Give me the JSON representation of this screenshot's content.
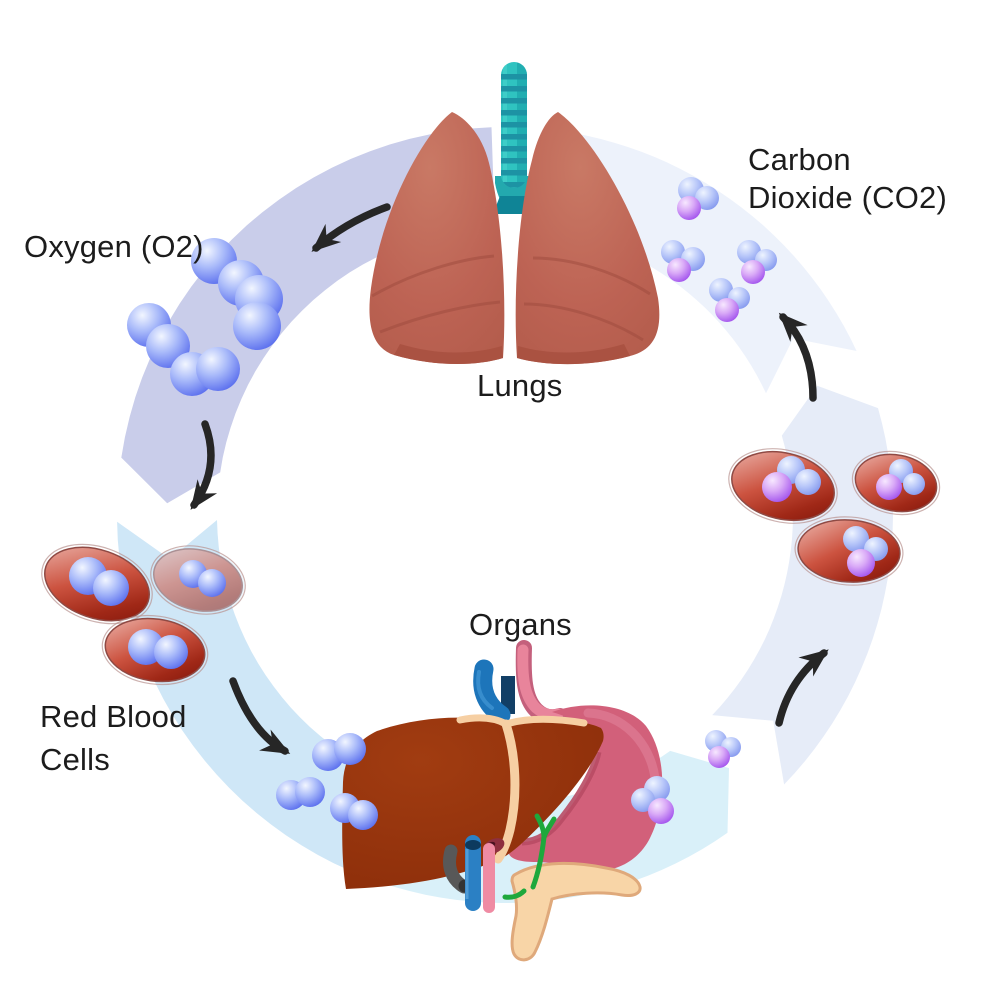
{
  "labels": {
    "oxygen": "Oxygen (O2)",
    "carbon_dioxide_line1": "Carbon",
    "carbon_dioxide_line2": "Dioxide (CO2)",
    "lungs": "Lungs",
    "red_blood_cells_line1": "Red Blood",
    "red_blood_cells_line2": "Cells",
    "organs": "Organs"
  },
  "cycle_flow": [
    "Lungs",
    "Oxygen (O2)",
    "Red Blood Cells",
    "Organs",
    "Carbon Dioxide (CO2)",
    "Lungs"
  ],
  "colors": {
    "background": "#ffffff",
    "text": "#1c1c1c",
    "arrow": "#262626",
    "band_lavender": "#c9cdea",
    "band_blue": "#cfe7f7",
    "band_cyan": "#d9f0f9",
    "band_pale": "#e6ecf8",
    "band_palest": "#edf2fb",
    "o2_blue": "#5d72ee",
    "co2_blue": "#7f93f0",
    "co2_purple": "#9d45ee",
    "rbc_red": "#b03021",
    "lung": "#bd6354",
    "trachea": "#2fc3c0",
    "liver": "#93310c",
    "stomach": "#d2607a",
    "esophagus": "#e8849b",
    "pancreas": "#f8d5a7",
    "vessel_blue": "#1d75ba",
    "vessel_pink": "#ef8ba3",
    "vessel_gray": "#585858",
    "bile_duct_green": "#1ea83c",
    "ligament_cream": "#f6cfa3"
  }
}
